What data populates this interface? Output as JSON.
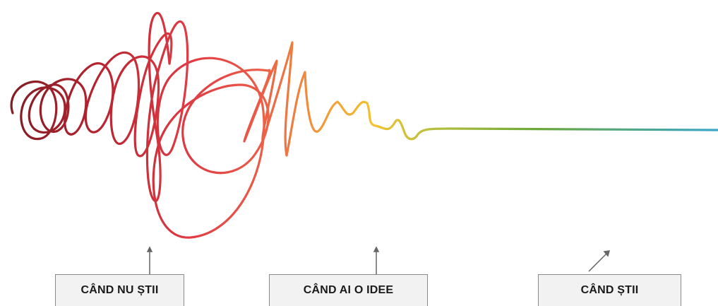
{
  "stages": [
    {
      "label": "CÂND NU ȘTII"
    },
    {
      "label": "CÂND AI O IDEE"
    },
    {
      "label": "CÂND ȘTII"
    }
  ],
  "colors": {
    "gradient": [
      "#7a1c22",
      "#c42a36",
      "#e8474a",
      "#f08a3a",
      "#f2c12e",
      "#c8c84a",
      "#7ab03c",
      "#3fa8c6"
    ],
    "box_fill": "#f2f2f2",
    "box_border": "#8a8a8a",
    "arrow": "#666666"
  }
}
